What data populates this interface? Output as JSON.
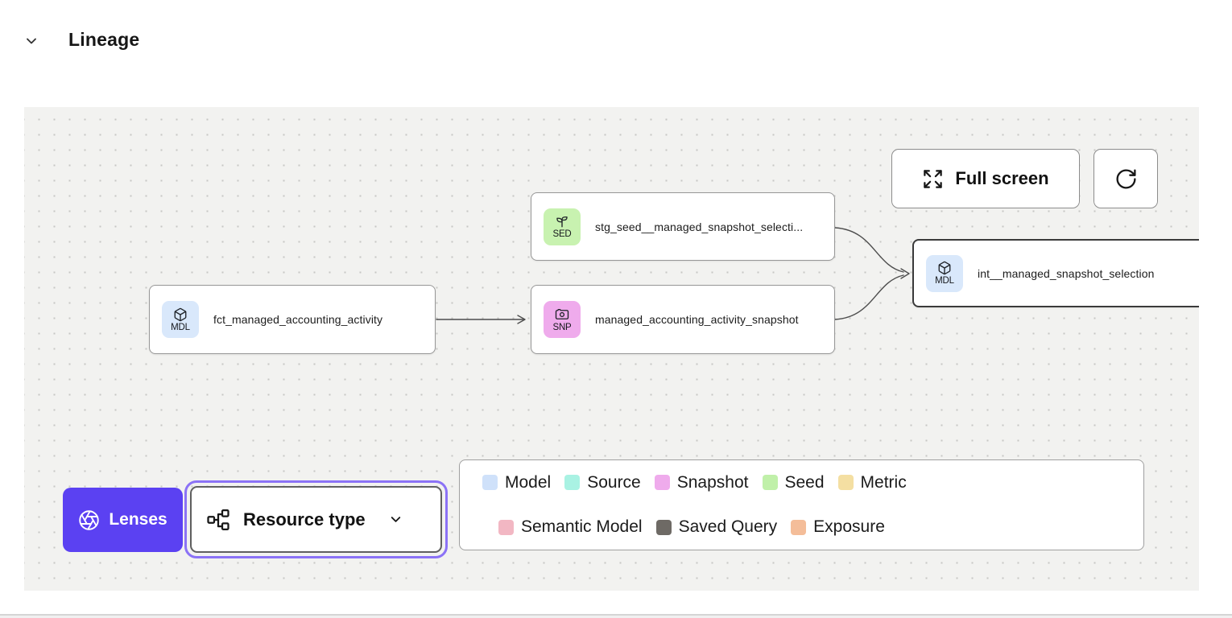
{
  "header": {
    "title": "Lineage"
  },
  "canvas": {
    "toolbar": {
      "full_screen": "Full screen"
    },
    "nodes": [
      {
        "badge": "SED",
        "label": "stg_seed__managed_snapshot_selecti...",
        "type": "seed",
        "badge_color": "#c8f2b0"
      },
      {
        "badge": "MDL",
        "label": "fct_managed_accounting_activity",
        "type": "model",
        "badge_color": "#d9e8fb"
      },
      {
        "badge": "SNP",
        "label": "managed_accounting_activity_snapshot",
        "type": "snapshot",
        "badge_color": "#efabec"
      },
      {
        "badge": "MDL",
        "label": "int__managed_snapshot_selection",
        "type": "model",
        "badge_color": "#d9e8fb",
        "selected": true
      }
    ],
    "lenses": {
      "button_label": "Lenses",
      "button_color": "#5b41f2",
      "selected_lens": "Resource type"
    },
    "legend": {
      "items": [
        {
          "label": "Model",
          "color": "#cfe1fa"
        },
        {
          "label": "Source",
          "color": "#a9f2e3"
        },
        {
          "label": "Snapshot",
          "color": "#efabec"
        },
        {
          "label": "Seed",
          "color": "#c0f0a9"
        },
        {
          "label": "Metric",
          "color": "#f4dfa2"
        },
        {
          "label": "Semantic Model",
          "color": "#f2b7c3"
        },
        {
          "label": "Saved Query",
          "color": "#6e6a65"
        },
        {
          "label": "Exposure",
          "color": "#f4bd99"
        }
      ]
    }
  }
}
